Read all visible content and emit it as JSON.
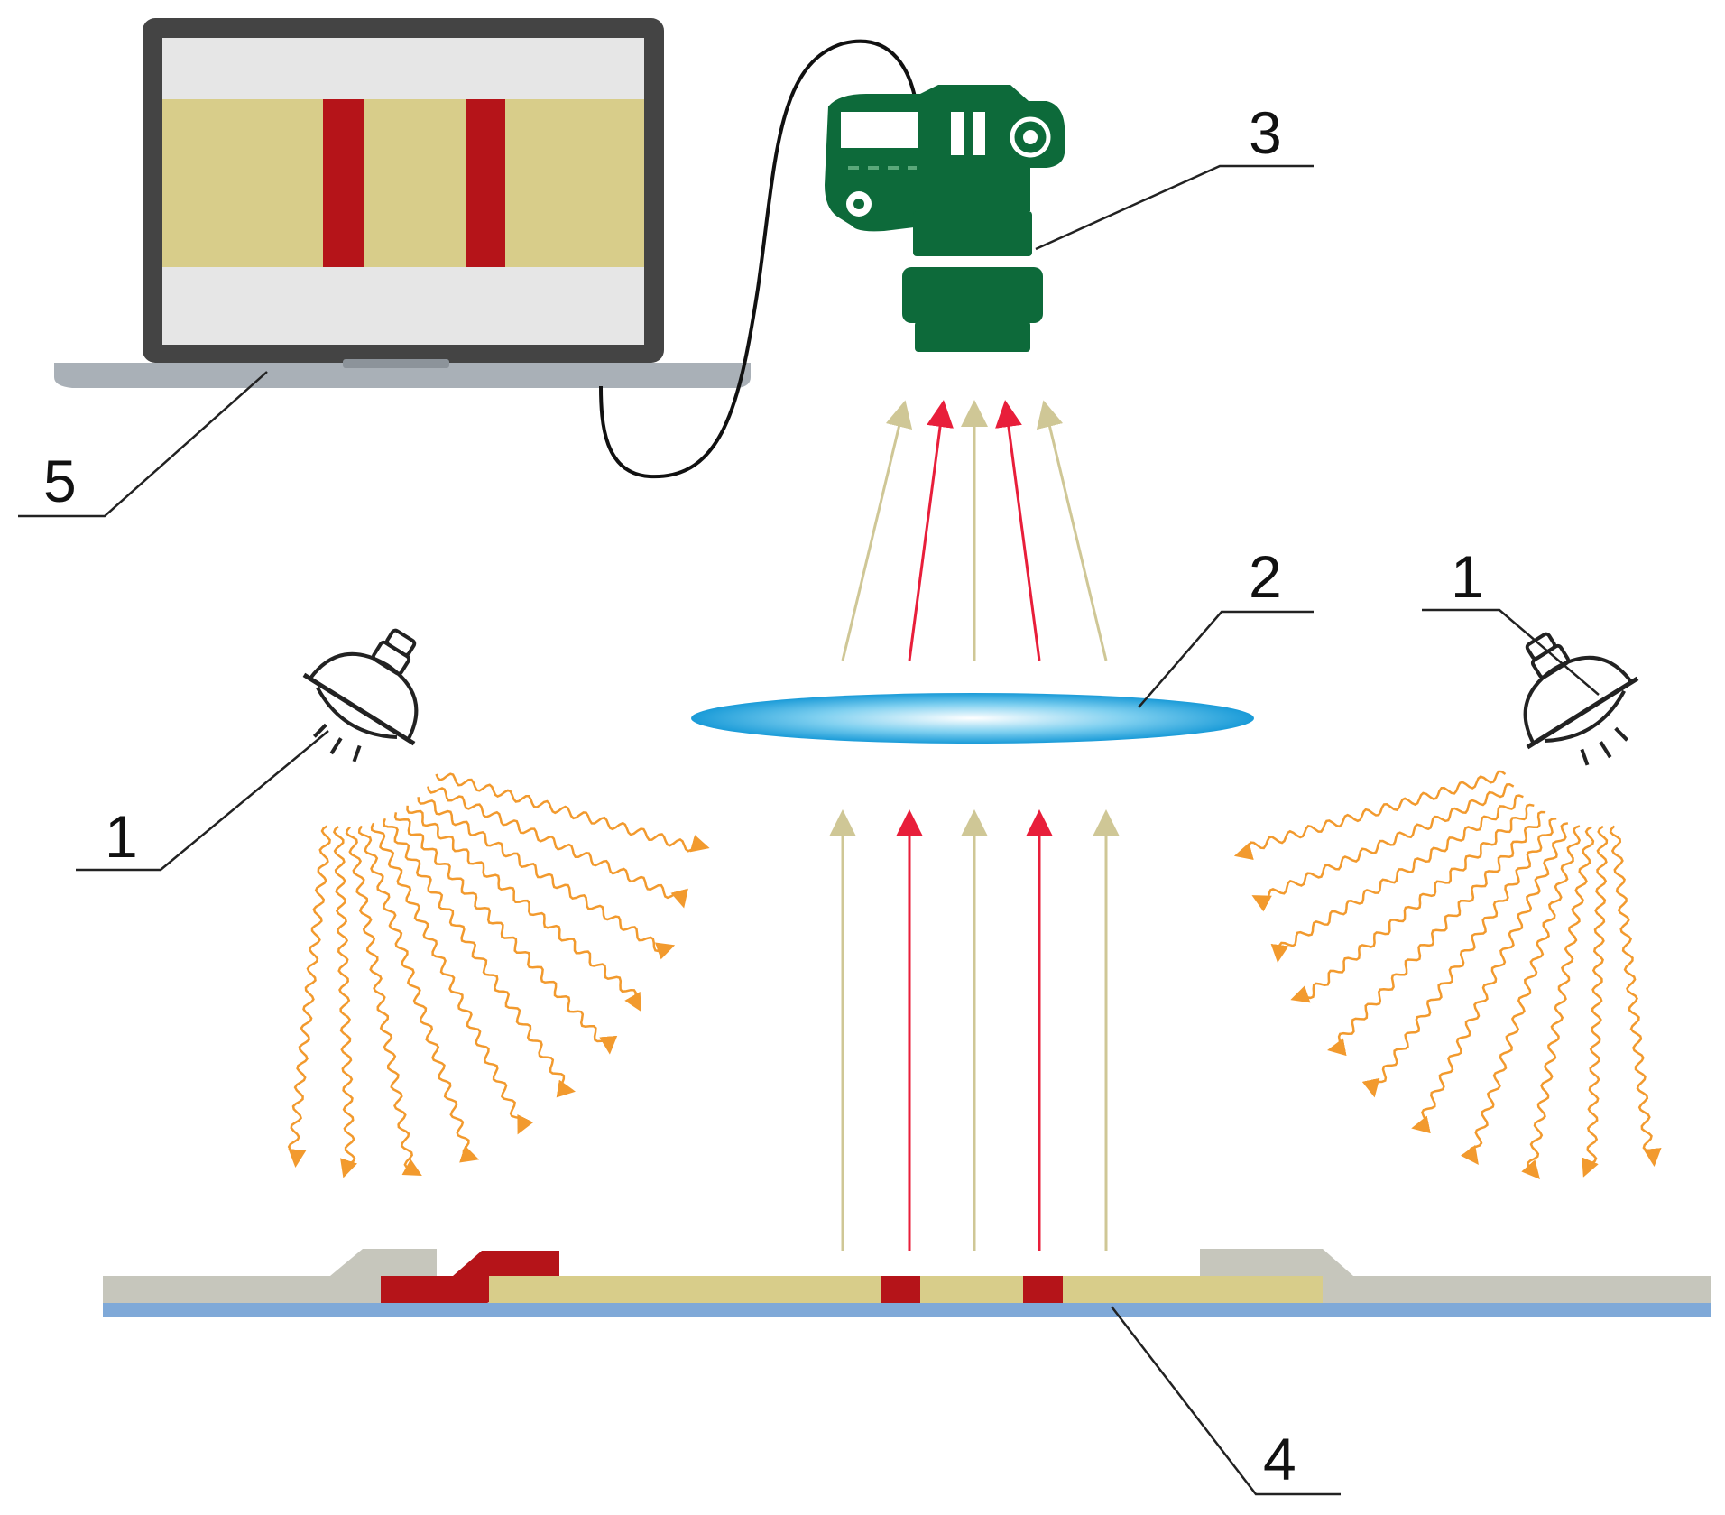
{
  "labels": {
    "lamp_left": "1",
    "lamp_right": "1",
    "lens": "2",
    "camera": "3",
    "test_strip": "4",
    "laptop": "5"
  },
  "colors": {
    "strip_band": "#d8cd8a",
    "test_line": "#b51419",
    "camera_body": "#0d6a3a",
    "lens_blue": "#2aa6e0",
    "emitted_light": "#f29a2e",
    "reflected_ray_pale": "#cfc796",
    "reflected_ray_red": "#e81e3a",
    "screen_bg": "#e6e6e6",
    "laptop_bezel": "#444444",
    "laptop_base": "#a9b0b7",
    "strip_pad": "#c6c6bc",
    "strip_backing": "#7fa9d8"
  },
  "icons": {
    "lamp_left": "lamp-icon",
    "lamp_right": "lamp-icon",
    "camera": "camera-icon",
    "laptop": "laptop-icon"
  }
}
